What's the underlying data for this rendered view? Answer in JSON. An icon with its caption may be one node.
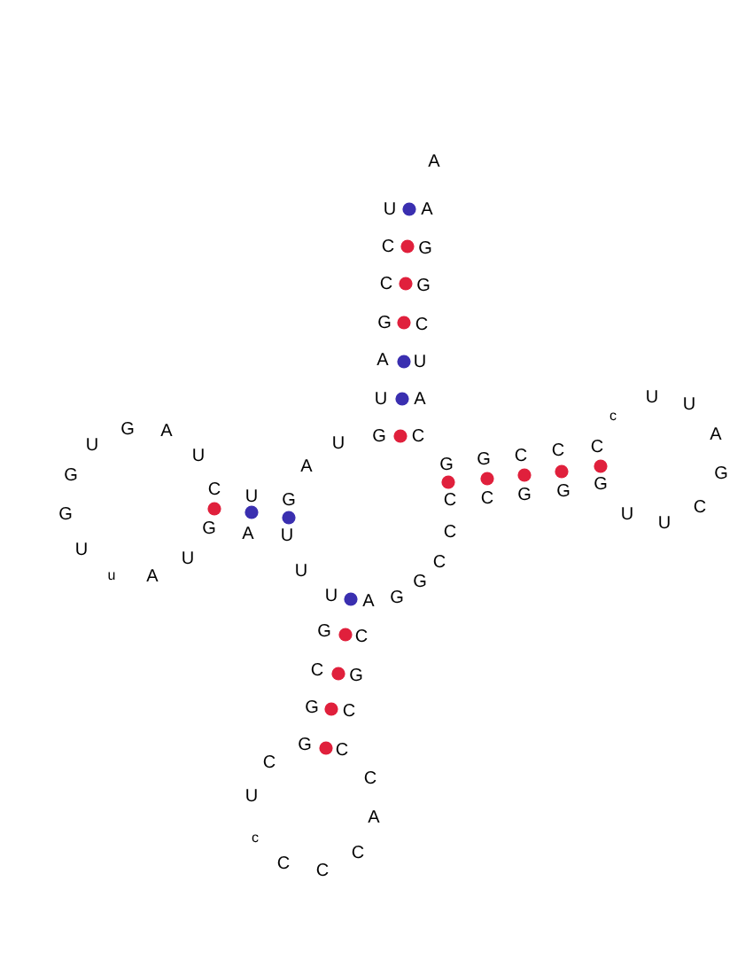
{
  "diagram": {
    "labels": [
      "A",
      "A",
      "G",
      "G",
      "C",
      "U",
      "A",
      "C",
      "G",
      "G",
      "C",
      "C",
      "C",
      "c",
      "U",
      "U",
      "A",
      "G",
      "C",
      "U",
      "U",
      "G",
      "G",
      "G",
      "C",
      "C",
      "C",
      "C",
      "G",
      "G",
      "A",
      "C",
      "G",
      "C",
      "C",
      "C",
      "A",
      "C",
      "C",
      "C",
      "c",
      "U",
      "C",
      "G",
      "G",
      "C",
      "G",
      "U",
      "U",
      "U",
      "A",
      "G",
      "U",
      "A",
      "u",
      "U",
      "G",
      "G",
      "U",
      "G",
      "A",
      "U",
      "C",
      "U",
      "G",
      "A",
      "U",
      "G",
      "U",
      "A",
      "G",
      "C",
      "C",
      "U"
    ]
  }
}
